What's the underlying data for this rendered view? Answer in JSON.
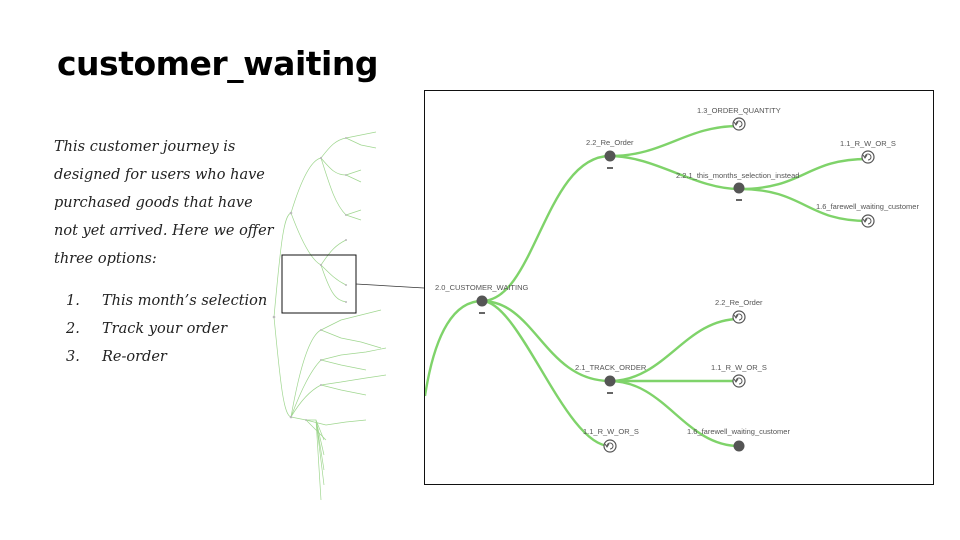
{
  "title": "customer_waiting",
  "description": "This customer journey is designed for users who have purchased goods that have not yet arrived. Here we offer three options:",
  "options": [
    {
      "num": "1.",
      "text": "This month’s selection"
    },
    {
      "num": "2.",
      "text": "Track your order"
    },
    {
      "num": "3.",
      "text": "Re-order"
    }
  ],
  "colors": {
    "edge": "#7fd36a",
    "node": "#555555",
    "frame": "#111111"
  },
  "diagram": {
    "nodes": {
      "customer_waiting": "2.0_CUSTOMER_WAITING",
      "re_order_top": "2.2_Re_Order",
      "order_quantity": "1.3_ORDER_QUANTITY",
      "this_months_selection": "2.2.1_this_months_selection_instead",
      "rwors_top": "1.1_R_W_OR_S",
      "farewell_top": "1.6_farewell_waiting_customer",
      "track_order": "2.1_TRACK_ORDER",
      "re_order_bottom": "2.2_Re_Order",
      "rwors_mid": "1.1_R_W_OR_S",
      "farewell_bottom": "1.6_farewell_waiting_customer",
      "rwors_bottom": "1.1_R_W_OR_S"
    }
  }
}
